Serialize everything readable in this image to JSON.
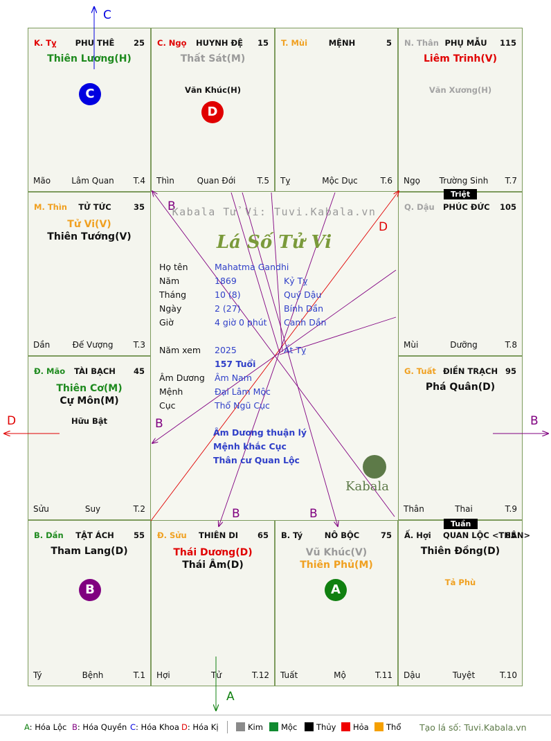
{
  "chart_header": {
    "top_arrow_label": "C"
  },
  "palaces": [
    {
      "id": "ty",
      "branch": "K. Tỵ",
      "branch_color": "#e00000",
      "name": "PHU THÊ",
      "number": "25",
      "stars": [
        {
          "text": "Thiên Lương(H)",
          "color": "green"
        }
      ],
      "minor": [],
      "foot": {
        "left": "Mão",
        "mid": "Lâm Quan",
        "right": "T.4"
      }
    },
    {
      "id": "ngo",
      "branch": "C. Ngọ",
      "branch_color": "#e00000",
      "name": "HUYNH ĐỆ",
      "number": "15",
      "stars": [
        {
          "text": "Thất Sát(M)",
          "color": "gray"
        }
      ],
      "minor": [
        {
          "text": "Văn Khúc(H)",
          "color": "black"
        }
      ],
      "foot": {
        "left": "Thìn",
        "mid": "Quan Đới",
        "right": "T.5"
      }
    },
    {
      "id": "mui",
      "branch": "T. Mùi",
      "branch_color": "#f0a020",
      "name": "MỆNH",
      "number": "5",
      "stars": [],
      "minor": [],
      "foot": {
        "left": "Tỵ",
        "mid": "Mộc Dục",
        "right": "T.6"
      }
    },
    {
      "id": "than",
      "branch": "N. Thân",
      "branch_color": "#a3a3a3",
      "name": "PHỤ MẪU",
      "number": "115",
      "stars": [
        {
          "text": "Liêm Trinh(V)",
          "color": "red"
        }
      ],
      "minor": [
        {
          "text": "Văn Xương(H)",
          "color": "lgray"
        }
      ],
      "foot": {
        "left": "Ngọ",
        "mid": "Trường Sinh",
        "right": "T.7"
      }
    },
    {
      "id": "thin",
      "branch": "M. Thìn",
      "branch_color": "#f0a020",
      "name": "TỬ TỨC",
      "number": "35",
      "stars": [
        {
          "text": "Tử Vi(V)",
          "color": "orange"
        },
        {
          "text": "Thiên Tướng(V)",
          "color": "black"
        }
      ],
      "minor": [],
      "foot": {
        "left": "Dần",
        "mid": "Đế Vượng",
        "right": "T.3"
      }
    },
    {
      "id": "dau",
      "branch": "Q. Dậu",
      "branch_color": "#a3a3a3",
      "name": "PHÚC ĐỨC",
      "number": "105",
      "stars": [],
      "minor": [],
      "foot": {
        "left": "Mùi",
        "mid": "Dưỡng",
        "right": "T.8"
      }
    },
    {
      "id": "mao",
      "branch": "Đ. Mão",
      "branch_color": "#1e8a1e",
      "name": "TÀI BẠCH",
      "number": "45",
      "stars": [
        {
          "text": "Thiên Cơ(M)",
          "color": "green"
        },
        {
          "text": "Cự Môn(M)",
          "color": "black"
        }
      ],
      "minor": [
        {
          "text": "Hữu Bật",
          "color": "black"
        }
      ],
      "foot": {
        "left": "Sửu",
        "mid": "Suy",
        "right": "T.2"
      }
    },
    {
      "id": "tuat",
      "branch": "G. Tuất",
      "branch_color": "#f0a020",
      "name": "ĐIỀN TRẠCH",
      "number": "95",
      "stars": [
        {
          "text": "Phá Quân(D)",
          "color": "black"
        }
      ],
      "minor": [],
      "foot": {
        "left": "Thân",
        "mid": "Thai",
        "right": "T.9"
      }
    },
    {
      "id": "dan",
      "branch": "B. Dần",
      "branch_color": "#1e8a1e",
      "name": "TẬT ÁCH",
      "number": "55",
      "stars": [
        {
          "text": "Tham Lang(D)",
          "color": "black"
        }
      ],
      "minor": [],
      "foot": {
        "left": "Tý",
        "mid": "Bệnh",
        "right": "T.1"
      }
    },
    {
      "id": "suu",
      "branch": "Đ. Sửu",
      "branch_color": "#f0a020",
      "name": "THIÊN DI",
      "number": "65",
      "stars": [
        {
          "text": "Thái Dương(D)",
          "color": "red"
        },
        {
          "text": "Thái Âm(D)",
          "color": "black"
        }
      ],
      "minor": [],
      "foot": {
        "left": "Hợi",
        "mid": "Tử",
        "right": "T.12"
      }
    },
    {
      "id": "tyrat",
      "branch": "B. Tý",
      "branch_color": "#111111",
      "name": "NÔ BỘC",
      "number": "75",
      "stars": [
        {
          "text": "Vũ Khúc(V)",
          "color": "gray"
        },
        {
          "text": "Thiên Phủ(M)",
          "color": "orange"
        }
      ],
      "minor": [],
      "foot": {
        "left": "Tuất",
        "mid": "Mộ",
        "right": "T.11"
      }
    },
    {
      "id": "hoi",
      "branch": "Ấ. Hợi",
      "branch_color": "#111111",
      "name": "QUAN LỘC <THÂN>",
      "number": "85",
      "stars": [
        {
          "text": "Thiên Đồng(D)",
          "color": "black"
        }
      ],
      "minor": [
        {
          "text": "Tả Phù",
          "color": "orange"
        }
      ],
      "foot": {
        "left": "Dậu",
        "mid": "Tuyệt",
        "right": "T.10"
      }
    }
  ],
  "badges": {
    "triet": "Triệt",
    "tuan": "Tuần"
  },
  "markers": [
    {
      "letter": "C",
      "color": "#0000e0"
    },
    {
      "letter": "D",
      "color": "#e00000"
    },
    {
      "letter": "B",
      "color": "#800080"
    },
    {
      "letter": "A",
      "color": "#108010"
    }
  ],
  "center": {
    "watermark": "Kabala Tử Vi: Tuvi.Kabala.vn",
    "title": "Lá Số Tử Vi",
    "rows": [
      {
        "label": "Họ tên",
        "v1": "Mahatma Gandhi",
        "v2": ""
      },
      {
        "label": "Năm",
        "v1": "1869",
        "v2": "Kỷ Tỵ"
      },
      {
        "label": "Tháng",
        "v1": "10 (8)",
        "v2": "Quý Dậu"
      },
      {
        "label": "Ngày",
        "v1": "2 (27)",
        "v2": "Bính Dần"
      },
      {
        "label": "Giờ",
        "v1": "4 giờ 0 phút",
        "v2": "Canh Dần"
      },
      {
        "label": "Năm xem",
        "v1": "2025",
        "v2": "Ất Tỵ"
      },
      {
        "label": "",
        "v1": "157 Tuổi",
        "v2": ""
      },
      {
        "label": "Âm Dương",
        "v1": "Âm Nam",
        "v2": ""
      },
      {
        "label": "Mệnh",
        "v1": "Đại Lâm Mộc",
        "v2": ""
      },
      {
        "label": "Cục",
        "v1": "Thổ Ngũ Cục",
        "v2": ""
      }
    ],
    "notes": [
      "Âm Dương thuận lý",
      "Mệnh khắc Cục",
      "Thân cư Quan Lộc"
    ],
    "brand": "Kabala"
  },
  "arrow_labels": {
    "left": "D",
    "right": "B",
    "bottom": "A",
    "inner_b_top": "B",
    "inner_d_right": "D",
    "inner_b_left": "B",
    "inner_b_bottom1": "B",
    "inner_b_bottom2": "B"
  },
  "legend": {
    "mutagens": [
      {
        "key": "A",
        "label": ": Hóa Lộc",
        "color": "#108010"
      },
      {
        "key": "B",
        "label": ": Hóa Quyền",
        "color": "#800080"
      },
      {
        "key": "C",
        "label": ": Hóa Khoa",
        "color": "#0000e0"
      },
      {
        "key": "D",
        "label": ": Hóa Kị",
        "color": "#e00000"
      }
    ],
    "elements": [
      {
        "label": "Kim",
        "color": "#8a8a8a"
      },
      {
        "label": "Mộc",
        "color": "#108a30"
      },
      {
        "label": "Thủy",
        "color": "#000000"
      },
      {
        "label": "Hỏa",
        "color": "#f00000"
      },
      {
        "label": "Thổ",
        "color": "#f5a000"
      }
    ],
    "credit": "Tạo lá số: Tuvi.Kabala.vn"
  }
}
